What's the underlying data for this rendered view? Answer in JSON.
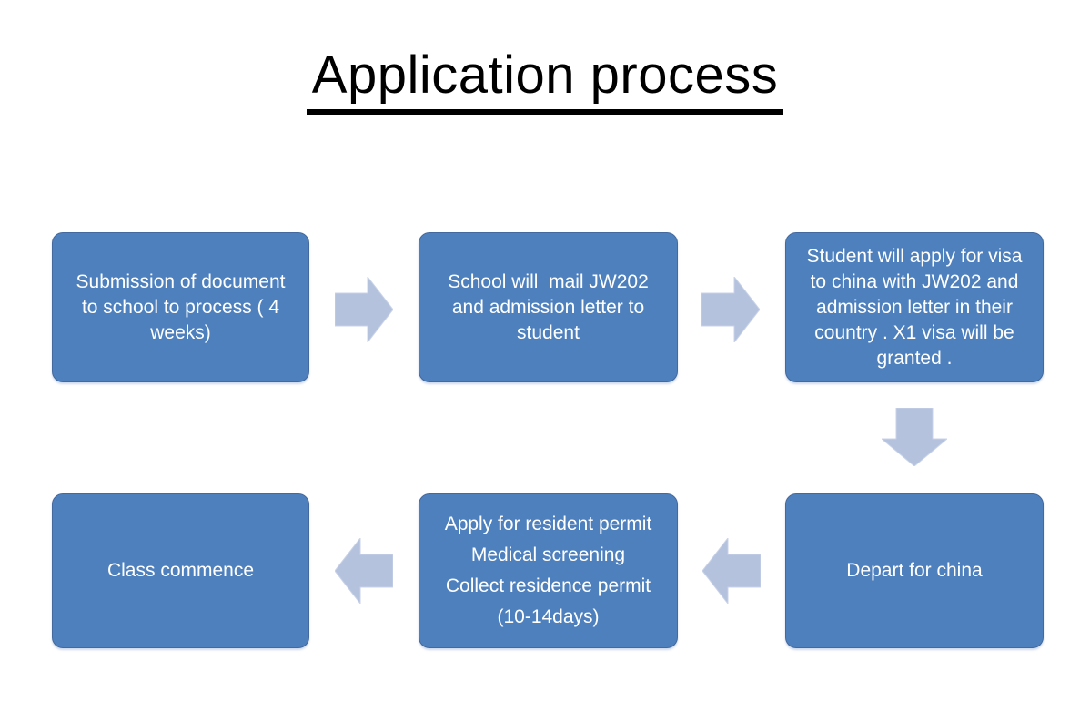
{
  "title": "Application process",
  "colors": {
    "background": "#FFFFFF",
    "title_color": "#000000",
    "box_fill": "#4E80BD",
    "box_border": "#44699E",
    "box_text": "#FFFFFF",
    "arrow_fill": "#B4C2DE",
    "arrow_stroke": "#C9D3E8"
  },
  "steps": [
    {
      "label": "Submission of document to school to process ( 4 weeks)"
    },
    {
      "label": "School will  mail JW202 and admission letter to student"
    },
    {
      "label": "Student will apply for visa to china with JW202 and admission letter in their country . X1 visa will be granted ."
    },
    {
      "label": "Depart for china"
    },
    {
      "lines": [
        "Apply for resident permit",
        "Medical screening",
        "Collect residence permit",
        "(10-14days)"
      ]
    },
    {
      "label": "Class commence"
    }
  ],
  "arrows": [
    {
      "direction": "right",
      "from_step": 1,
      "to_step": 2
    },
    {
      "direction": "right",
      "from_step": 2,
      "to_step": 3
    },
    {
      "direction": "down",
      "from_step": 3,
      "to_step": 4
    },
    {
      "direction": "left",
      "from_step": 4,
      "to_step": 5
    },
    {
      "direction": "left",
      "from_step": 5,
      "to_step": 6
    }
  ]
}
